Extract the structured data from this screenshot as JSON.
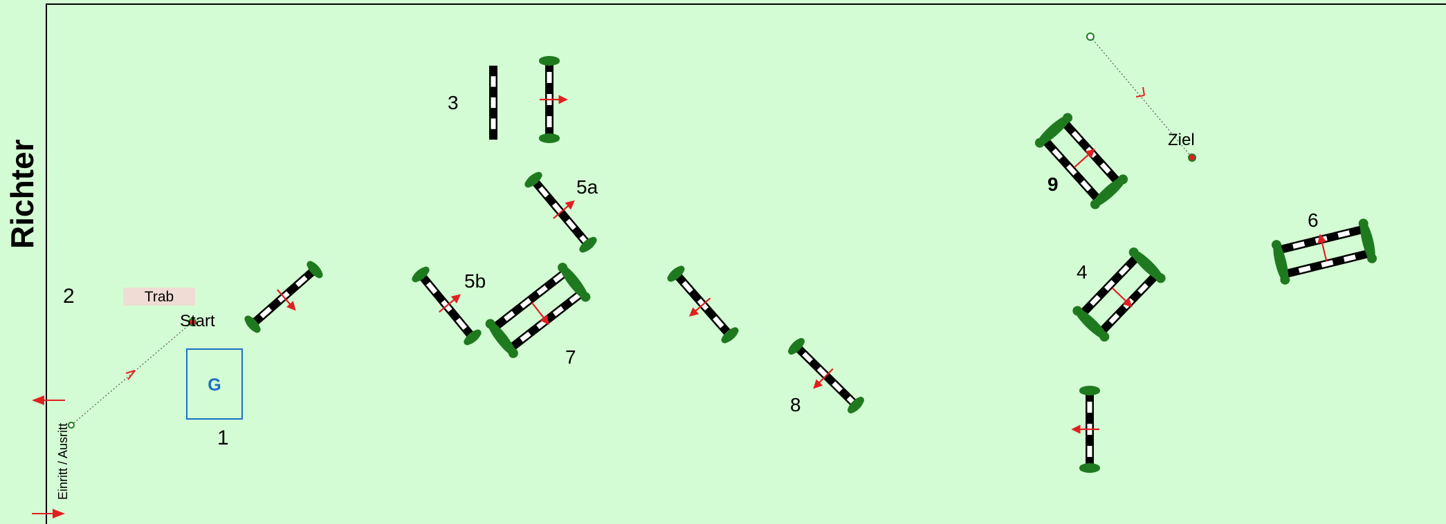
{
  "judge_label": "Richter",
  "entry_label": "Einritt / Ausritt",
  "start_label": "Start",
  "finish_label": "Ziel",
  "trot_label": "Trab",
  "g_box_label": "G",
  "numbers": {
    "n1": "1",
    "n2": "2",
    "n3": "3",
    "n4": "4",
    "n5a": "5a",
    "n5b": "5b",
    "n6": "6",
    "n7": "7",
    "n8": "8",
    "n9": "9"
  },
  "colors": {
    "arena_bg": "#d4fcd4",
    "pole_black": "#000000",
    "pole_white": "#ffffff",
    "standard_green": "#1f7a1f",
    "direction_arrow": "#e02020",
    "g_box": "#1a6fc4",
    "trot_box": "#f0dcd4"
  },
  "obstacles": [
    {
      "id": "j1",
      "type": "vertical",
      "arrow": true
    },
    {
      "id": "j3a",
      "type": "vertical",
      "arrow": false,
      "standards": false
    },
    {
      "id": "j3b",
      "type": "vertical",
      "arrow": true
    },
    {
      "id": "j5a",
      "type": "vertical",
      "arrow": true
    },
    {
      "id": "j5b",
      "type": "vertical",
      "arrow": true
    },
    {
      "id": "j7",
      "type": "oxer",
      "arrow": true
    },
    {
      "id": "j_mid",
      "type": "vertical",
      "arrow": true
    },
    {
      "id": "j8",
      "type": "vertical",
      "arrow": true
    },
    {
      "id": "j9",
      "type": "oxer",
      "arrow": true
    },
    {
      "id": "j4",
      "type": "oxer",
      "arrow": true
    },
    {
      "id": "j_low",
      "type": "vertical",
      "arrow": true
    },
    {
      "id": "j6",
      "type": "oxer",
      "arrow": true
    }
  ]
}
